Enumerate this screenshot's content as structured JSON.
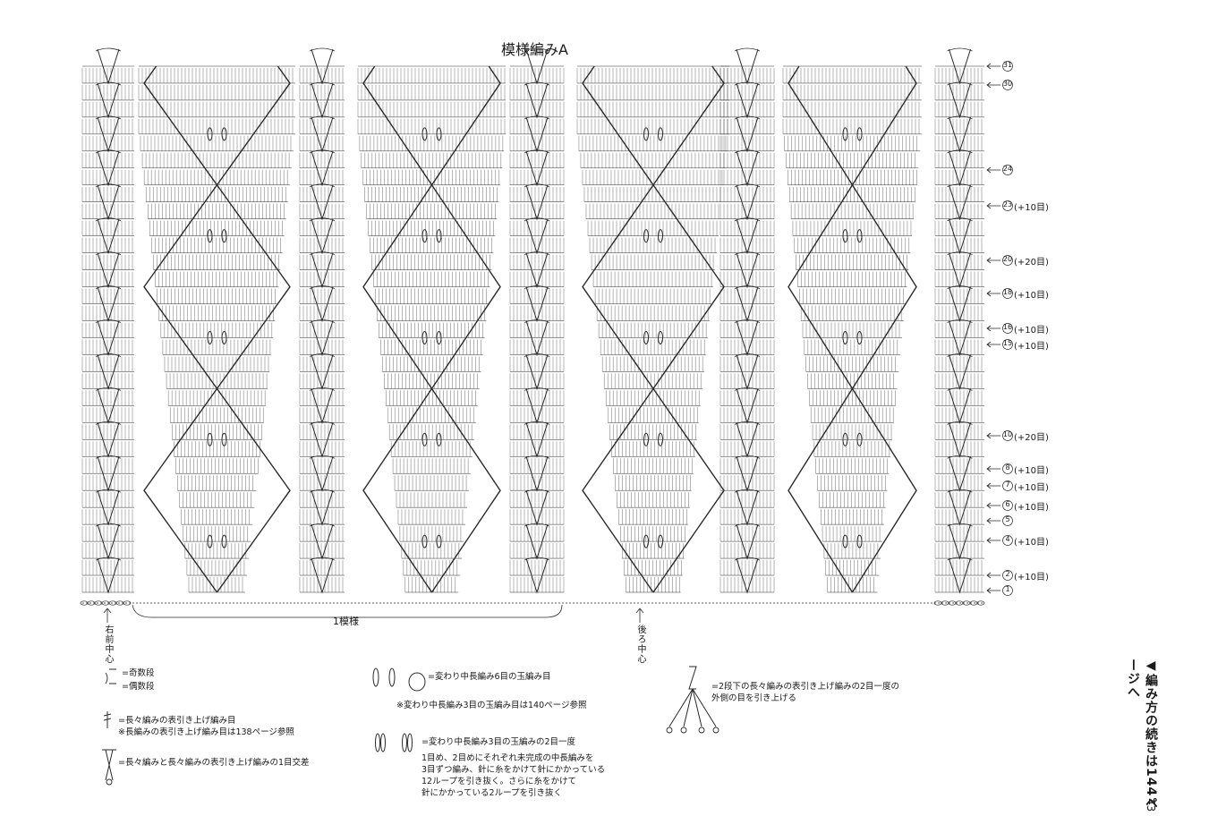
{
  "title": "模様編みA",
  "repeat_label": "1模様",
  "markers": {
    "right_front": "右前中心",
    "back_center": "後ろ中心"
  },
  "row_labels": [
    {
      "num": "31",
      "text": ""
    },
    {
      "num": "30",
      "text": ""
    },
    {
      "num": "24",
      "text": ""
    },
    {
      "num": "23",
      "text": "(+10目)"
    },
    {
      "num": "20",
      "text": "(+20目)"
    },
    {
      "num": "18",
      "text": "(+10目)"
    },
    {
      "num": "16",
      "text": "(+10目)"
    },
    {
      "num": "15",
      "text": "(+10目)"
    },
    {
      "num": "10",
      "text": "(+20目)"
    },
    {
      "num": "8",
      "text": "(+10目)"
    },
    {
      "num": "7",
      "text": "(+10目)"
    },
    {
      "num": "6",
      "text": "(+10目)"
    },
    {
      "num": "5",
      "text": ""
    },
    {
      "num": "4",
      "text": "(+10目)"
    },
    {
      "num": "2",
      "text": "(+10目)"
    },
    {
      "num": "1",
      "text": ""
    }
  ],
  "legend": {
    "odd": "=奇数段",
    "even": "=偶数段",
    "fp_dc": "=長々編みの表引き上げ編み目\n※長編みの表引き上げ編み目は138ページ参照",
    "fp_dc_ch": "=長々編みと長々編みの表引き上げ編みの1目交差",
    "puff6": "=変わり中長編み6目の玉編み目",
    "puff3_ref": "※変わり中長編み3目の玉編み目は140ページ参照",
    "puff3_dec": "=変わり中長編み3目の玉編みの2目一度",
    "puff3_desc": "1目め、2目めにそれぞれ未完成の中長編みを\n3目ずつ編み、針に糸をかけて針にかかっている\n12ループを引き抜く。さらに糸をかけて\n針にかかっている2ループを引き抜く",
    "fp_2tog": "=2段下の長々編みの表引き上げ編みの2目一度の\n外側の目を引き上げる"
  },
  "side_note": "◀編み方の続きは144ページへ",
  "page_number": "43"
}
